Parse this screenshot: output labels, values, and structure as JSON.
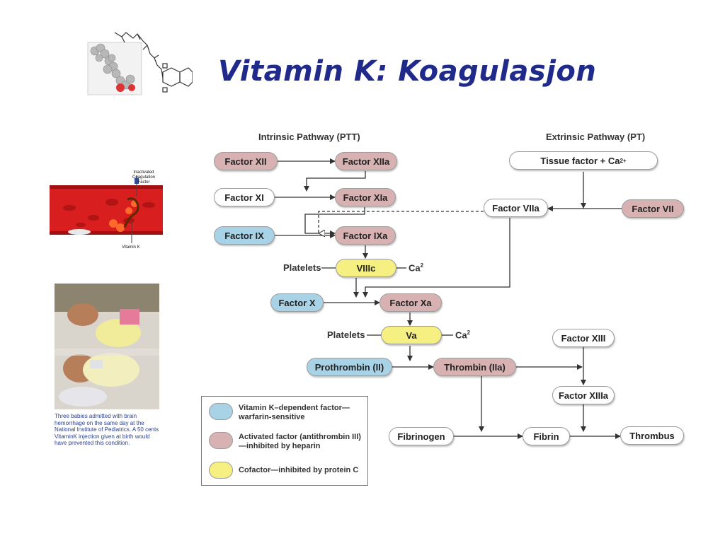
{
  "title": "Vitamin K: Koagulasjon",
  "caption": "Three babies admitted with brain hemorrhage on the same day at the National Institute of Pediatrics. A 50 cents VitaminK injection given at birth would have prevented this condition.",
  "vessel_labels": {
    "inactivated": "Inactivated Coagulation Factor",
    "vitamin_k": "Vitamin K"
  },
  "headers": {
    "intrinsic": "Intrinsic Pathway (PTT)",
    "extrinsic": "Extrinsic Pathway (PT)"
  },
  "nodes": {
    "factor_xii": "Factor XII",
    "factor_xiia": "Factor XIIa",
    "factor_xi": "Factor XI",
    "factor_xia": "Factor XIa",
    "factor_ix": "Factor IX",
    "factor_ixa": "Factor IXa",
    "viiic": "VIIIc",
    "factor_x": "Factor X",
    "factor_xa": "Factor Xa",
    "va": "Va",
    "prothrombin": "Prothrombin (II)",
    "thrombin": "Thrombin (IIa)",
    "tissue_factor": "Tissue factor + Ca",
    "factor_viia": "Factor VIIa",
    "factor_vii": "Factor VII",
    "factor_xiii": "Factor XIII",
    "factor_xiiia": "Factor XIIIa",
    "fibrinogen": "Fibrinogen",
    "fibrin": "Fibrin",
    "thrombus": "Thrombus"
  },
  "labels": {
    "platelets_1": "Platelets",
    "ca_1": "Ca",
    "platelets_2": "Platelets",
    "ca_2": "Ca",
    "sup_2": "2",
    "sup_2plus": "2+"
  },
  "legend": [
    {
      "color": "#a8d2e6",
      "text": "Vitamin K–dependent factor—warfarin-sensitive"
    },
    {
      "color": "#d8b2b2",
      "text": "Activated factor (antithrombin III)—inhibited by heparin"
    },
    {
      "color": "#f6ef82",
      "text": "Cofactor—inhibited by protein C"
    }
  ]
}
